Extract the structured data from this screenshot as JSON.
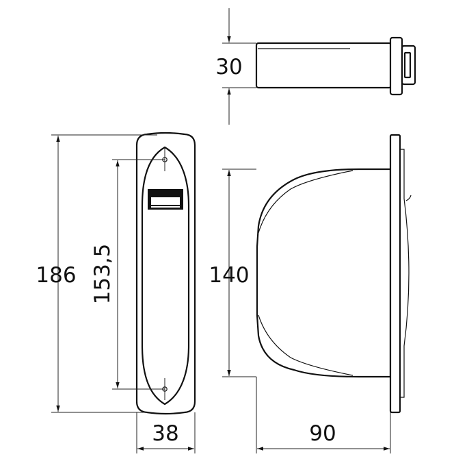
{
  "dimensions": {
    "height_total": "186",
    "hole_spacing": "153,5",
    "body_height": "140",
    "depth_top": "30",
    "width_front": "38",
    "depth_side": "90"
  },
  "colors": {
    "line": "#111111",
    "background": "#ffffff"
  }
}
